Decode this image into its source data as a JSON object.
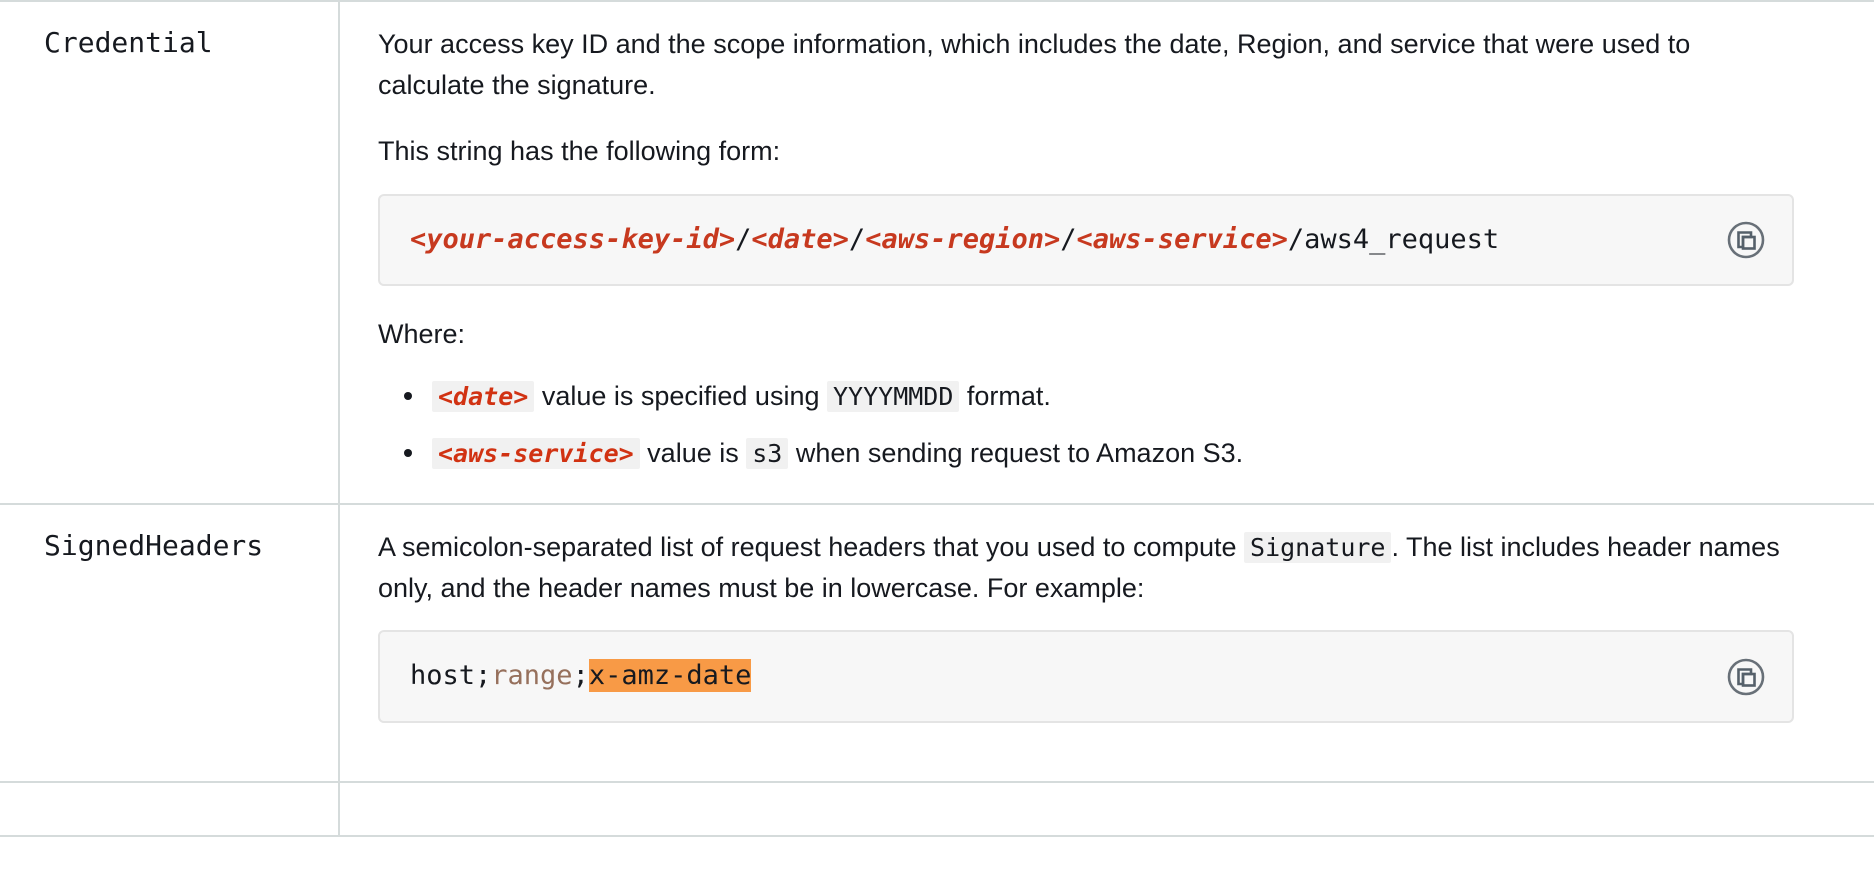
{
  "table": {
    "rows": [
      {
        "term": "Credential",
        "paragraphs": [
          "Your access key ID and the scope information, which includes the date, Region, and service that were used to calculate the signature.",
          "This string has the following form:"
        ],
        "code_block": {
          "tokens": [
            {
              "text": "<your-access-key-id>",
              "style": "placeholder"
            },
            {
              "text": "/",
              "style": "plain"
            },
            {
              "text": "<date>",
              "style": "placeholder"
            },
            {
              "text": "/",
              "style": "plain"
            },
            {
              "text": "<aws-region>",
              "style": "placeholder"
            },
            {
              "text": "/",
              "style": "plain"
            },
            {
              "text": "<aws-service>",
              "style": "placeholder"
            },
            {
              "text": "/aws4_request",
              "style": "plain"
            }
          ],
          "plain_text": "<your-access-key-id>/<date>/<aws-region>/<aws-service>/aws4_request",
          "copy_icon": "copy-icon"
        },
        "where_label": "Where:",
        "bullets": [
          {
            "parts": [
              {
                "text": "<date>",
                "style": "inline-placeholder"
              },
              {
                "text": " value is specified using ",
                "style": "text"
              },
              {
                "text": "YYYYMMDD",
                "style": "inline-code"
              },
              {
                "text": " format.",
                "style": "text"
              }
            ]
          },
          {
            "parts": [
              {
                "text": "<aws-service>",
                "style": "inline-placeholder"
              },
              {
                "text": " value is ",
                "style": "text"
              },
              {
                "text": "s3",
                "style": "inline-code"
              },
              {
                "text": " when sending request to Amazon S3.",
                "style": "text"
              }
            ]
          }
        ]
      },
      {
        "term": "SignedHeaders",
        "description_parts": [
          {
            "text": "A semicolon-separated list of request headers that you used to compute ",
            "style": "text"
          },
          {
            "text": "Signature",
            "style": "inline-code"
          },
          {
            "text": ". The list includes header names only, and the header names must be in lowercase. For example:",
            "style": "text"
          }
        ],
        "code_block": {
          "tokens": [
            {
              "text": "host;",
              "style": "plain"
            },
            {
              "text": "range",
              "style": "attr"
            },
            {
              "text": ";",
              "style": "plain"
            },
            {
              "text": "x-amz-date",
              "style": "highlight"
            }
          ],
          "plain_text": "host;range;x-amz-date",
          "copy_icon": "copy-icon"
        }
      }
    ]
  },
  "colors": {
    "placeholder_red": "#c7391f",
    "highlight_orange": "#f89a46",
    "attr_brown": "#96705c",
    "code_background": "#f7f7f7",
    "inline_code_background": "#f1f1f1",
    "border": "#d5dbdb",
    "text": "#16191f",
    "icon": "#687078"
  }
}
